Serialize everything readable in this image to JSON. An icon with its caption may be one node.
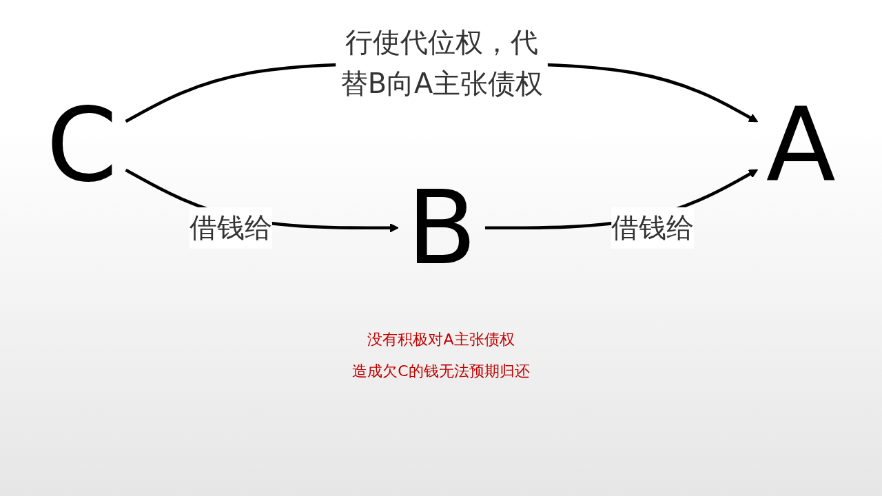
{
  "diagram": {
    "nodes": [
      {
        "text": [
          "C"
        ]
      },
      {
        "text": [
          "B"
        ]
      },
      {
        "text": [
          "A"
        ]
      }
    ],
    "edges": [
      {
        "from": 0,
        "to": 2,
        "arrow": "to",
        "label": "行使代位权，代替B向A主张债权"
      },
      {
        "from": 0,
        "to": 1,
        "arrow": "to",
        "label": "借钱给"
      },
      {
        "from": 1,
        "to": 2,
        "arrow": "to",
        "label": "借钱给"
      }
    ],
    "labels": [
      "没有积极对A主张债权",
      "造成欠C的钱无法预期归还"
    ]
  }
}
